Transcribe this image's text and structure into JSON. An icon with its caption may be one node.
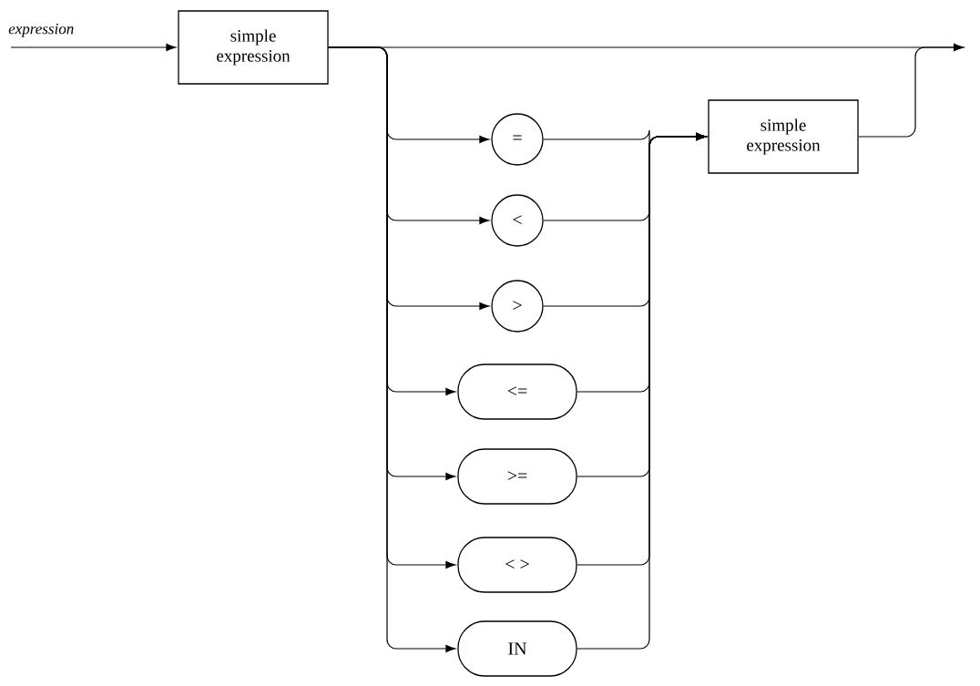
{
  "diagram": {
    "title": "expression",
    "nodes": [
      {
        "text": [
          "simple expression"
        ]
      },
      {
        "text": [
          "="
        ]
      },
      {
        "text": [
          "<"
        ]
      },
      {
        "text": [
          ">"
        ]
      },
      {
        "text": [
          "<="
        ]
      },
      {
        "text": [
          ">="
        ]
      },
      {
        "text": [
          "< >"
        ]
      },
      {
        "text": [
          "IN"
        ]
      },
      {
        "text": [
          "simple expression"
        ]
      }
    ],
    "edges": [
      {
        "from": null,
        "to": 0,
        "arrow": "to"
      },
      {
        "from": 0,
        "to": 1,
        "arrow": "to"
      },
      {
        "from": 0,
        "to": 2,
        "arrow": "to"
      },
      {
        "from": 0,
        "to": 3,
        "arrow": "to"
      },
      {
        "from": 0,
        "to": 4,
        "arrow": "to"
      },
      {
        "from": 0,
        "to": 5,
        "arrow": "to"
      },
      {
        "from": 0,
        "to": 6,
        "arrow": "to"
      },
      {
        "from": 0,
        "to": 7,
        "arrow": "to"
      },
      {
        "from": 1,
        "to": 8,
        "arrow": "to"
      },
      {
        "from": 2,
        "to": 8,
        "arrow": "to"
      },
      {
        "from": 3,
        "to": 8,
        "arrow": "to"
      },
      {
        "from": 4,
        "to": 8,
        "arrow": "to"
      },
      {
        "from": 5,
        "to": 8,
        "arrow": "to"
      },
      {
        "from": 6,
        "to": 8,
        "arrow": "to"
      },
      {
        "from": 7,
        "to": 8,
        "arrow": "to"
      },
      {
        "from": 0,
        "to": null,
        "arrow": "to"
      },
      {
        "from": 8,
        "to": null,
        "arrow": "to"
      }
    ]
  }
}
